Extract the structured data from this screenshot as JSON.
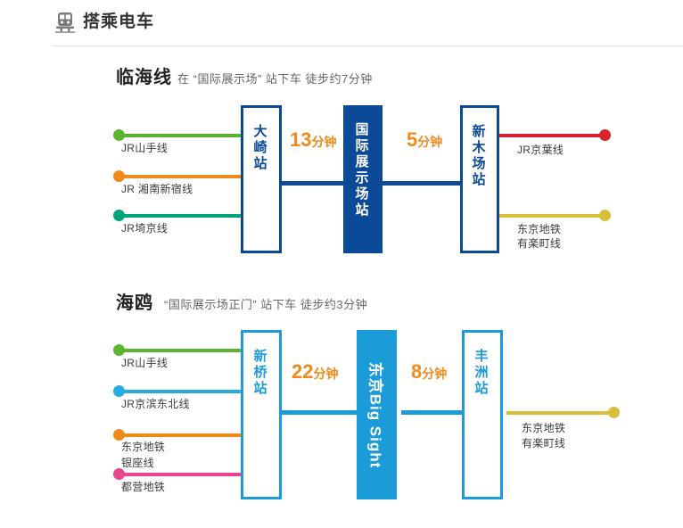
{
  "header": {
    "title": "搭乘电车",
    "icon": "train-icon"
  },
  "sections": [
    {
      "id": "rinkai",
      "title": "临海线",
      "subtitle": "在 “国际展示场” 站下车 徒步约7分钟",
      "theme_color": "#0B4A96",
      "left_lines": [
        {
          "label": "JR山手线",
          "color": "#5CB531"
        },
        {
          "label": "JR 湘南新宿线",
          "color": "#F08A1C"
        },
        {
          "label": "JR埼京线",
          "color": "#00A37A"
        }
      ],
      "right_lines": [
        {
          "label": "JR京葉线",
          "color": "#D7232E"
        },
        {
          "label": "东京地铁",
          "label2": "有楽町线",
          "color": "#D9BE3B"
        }
      ],
      "stations": [
        {
          "name": "大崎站",
          "chars": [
            "大",
            "崎",
            "站"
          ],
          "filled": false
        },
        {
          "name": "国际展示场站",
          "chars": [
            "国",
            "际",
            "展",
            "示",
            "场",
            "站"
          ],
          "filled": true
        },
        {
          "name": "新木场站",
          "chars": [
            "新",
            "木",
            "场",
            "站"
          ],
          "filled": false
        }
      ],
      "durations": [
        {
          "num": "13",
          "unit": "分钟"
        },
        {
          "num": "5",
          "unit": "分钟"
        }
      ]
    },
    {
      "id": "yurikamome",
      "title": "海鸥",
      "subtitle": "“国际展示场正门” 站下车 徒步约3分钟",
      "theme_color": "#1B9BD8",
      "left_lines": [
        {
          "label": "JR山手线",
          "color": "#5CB531"
        },
        {
          "label": "JR京滨东北线",
          "color": "#29ABE2"
        },
        {
          "label": "东京地铁",
          "label2": "银座线",
          "color": "#F08A1C"
        },
        {
          "label": "都营地铁",
          "color": "#E8468E"
        }
      ],
      "right_lines": [
        {
          "label": "东京地铁",
          "label2": "有楽町线",
          "color": "#D9BE3B"
        }
      ],
      "stations": [
        {
          "name": "新桥站",
          "chars": [
            "新",
            "桥",
            "站"
          ],
          "filled": false
        },
        {
          "name": "东京Big Sight",
          "rotated_label": "东京Big Sight",
          "filled": true
        },
        {
          "name": "丰洲站",
          "chars": [
            "丰",
            "洲",
            "站"
          ],
          "filled": false
        }
      ],
      "durations": [
        {
          "num": "22",
          "unit": "分钟"
        },
        {
          "num": "8",
          "unit": "分钟"
        }
      ]
    }
  ]
}
